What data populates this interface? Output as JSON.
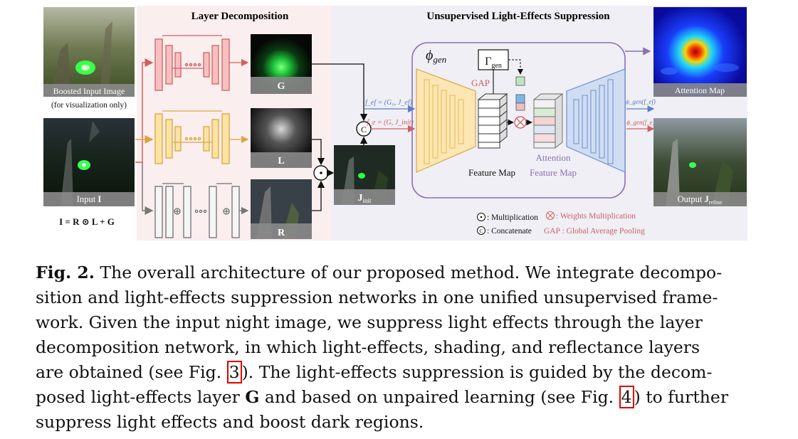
{
  "figure": {
    "stage1_title": "Layer Decomposition",
    "stage2_title": "Unsupervised Light-Effects Suppression",
    "boosted_input_label": "Boosted Input Image",
    "visualization_note": "(for visualization only)",
    "input_label": "Input ",
    "input_symbol": "I",
    "equation": "I = R ⊙ L + G",
    "layer_g": "G",
    "layer_l": "L",
    "layer_r": "R",
    "j_init_main": "J",
    "j_init_sub": "init",
    "phi_main": "ϕ",
    "phi_sub": "gen",
    "gamma_main": "Γ",
    "gamma_sub": "gen",
    "gap": "GAP",
    "feature_map": "Feature Map",
    "attention_line1": "Attention",
    "attention_line2": "Feature Map",
    "f_ef": "f_ef = (G₀, J_ef)",
    "f_e": "f_e = (G, J_init)",
    "phi_f_ef": "ϕ_gen(f_ef)",
    "phi_f_e": "ϕ_gen(f_e)",
    "attention_map_label": "Attention Map",
    "output_label": "Output ",
    "output_symbol_main": "J",
    "output_symbol_sub": "refine",
    "concat_symbol": "C",
    "legend_mult": ": Multiplication",
    "legend_concat": ": Concatenate",
    "legend_weights": ": Weights Multiplication",
    "legend_gap": "GAP : Global Average Pooling",
    "colors": {
      "red": "#e06a6a",
      "yellow": "#e8b84a",
      "gray": "#707070",
      "blue": "#6a8fd0",
      "purple": "#8b70b3",
      "bg_pink": "#fbeeee",
      "bg_gray": "#efeff5"
    }
  },
  "caption": {
    "label": "Fig. 2.",
    "line1": " The overall architecture of our proposed method. We integrate decompo-",
    "line2": "sition and light-effects suppression networks in one unified unsupervised frame-",
    "line3": "work. Given the input night image, we suppress light effects through the layer",
    "line4": "decomposition network, in which light-effects, shading, and reflectance layers",
    "line5a": "are obtained (see Fig. ",
    "ref1": "3",
    "line5b": "). The light-effects suppression is guided by the decom-",
    "line6a": "posed light-effects layer ",
    "bold_g": "G",
    "line6b": " and based on unpaired learning (see Fig. ",
    "ref2": "4",
    "line6c": ") to further",
    "line7": "suppress light effects and boost dark regions."
  }
}
